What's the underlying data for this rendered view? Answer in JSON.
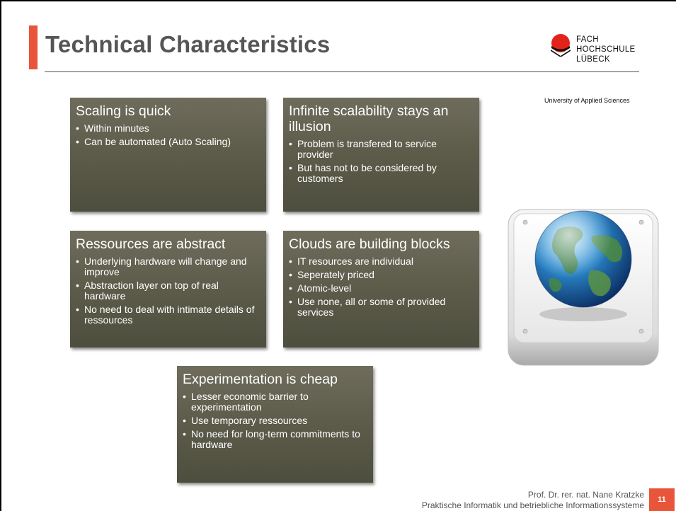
{
  "slide": {
    "title": "Technical Characteristics",
    "page_number": "11"
  },
  "logo": {
    "line1": "FACH",
    "line2": "HOCHSCHULE",
    "line3": "LÜBECK",
    "subtitle": "University of Applied Sciences"
  },
  "boxes": [
    {
      "heading": "Scaling is quick",
      "items": [
        "Within minutes",
        "Can be automated (Auto Scaling)"
      ]
    },
    {
      "heading": "Infinite scalability stays an illusion",
      "items": [
        "Problem is transfered to service provider",
        "But has not to be considered by customers"
      ]
    },
    {
      "heading": "Ressources are abstract",
      "items": [
        "Underlying hardware will change and improve",
        "Abstraction layer on top of real hardware",
        "No need to deal with intimate details of ressources"
      ]
    },
    {
      "heading": "Clouds are building blocks",
      "items": [
        "IT resources are individual",
        "Seperately priced",
        "Atomic-level",
        "Use none, all or some of provided services"
      ]
    },
    {
      "heading": "Experimentation is cheap",
      "items": [
        "Lesser economic barrier to experimentation",
        "Use temporary ressources",
        "No need for long-term commitments to hardware"
      ]
    }
  ],
  "footer": {
    "author": "Prof. Dr. rer. nat. Nane Kratzke",
    "department": "Praktische Informatik und betriebliche Informationssysteme"
  },
  "colors": {
    "accent": "#e8553a",
    "box_background": "#5e5d4c",
    "title_text": "#555555"
  },
  "icons": [
    "globe-drive-icon",
    "university-logo-icon"
  ]
}
